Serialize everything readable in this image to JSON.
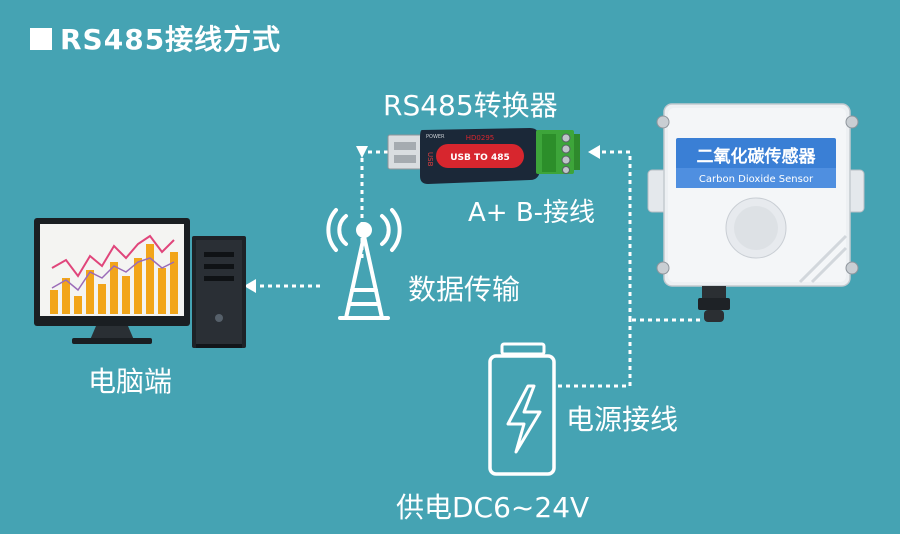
{
  "title": "RS485接线方式",
  "converter": {
    "label": "RS485转换器",
    "stick_text": "USB TO 485",
    "brand_text": "HD0295",
    "power_text": "POWER",
    "usb_text": "USB"
  },
  "wiring_label": "A+ B-接线",
  "transmission_label": "数据传输",
  "computer_label": "电脑端",
  "sensor": {
    "name_cn": "二氧化碳传感器",
    "name_en": "Carbon Dioxide Sensor"
  },
  "power_wiring_label": "电源接线",
  "power_supply_label": "供电DC6~24V",
  "colors": {
    "background": "#45A3B3",
    "accent_red": "#D7262E",
    "terminal_green": "#3DA53A",
    "text": "#FFFFFF",
    "chart_orange": "#F2A51A",
    "chart_pink": "#E0457B"
  }
}
